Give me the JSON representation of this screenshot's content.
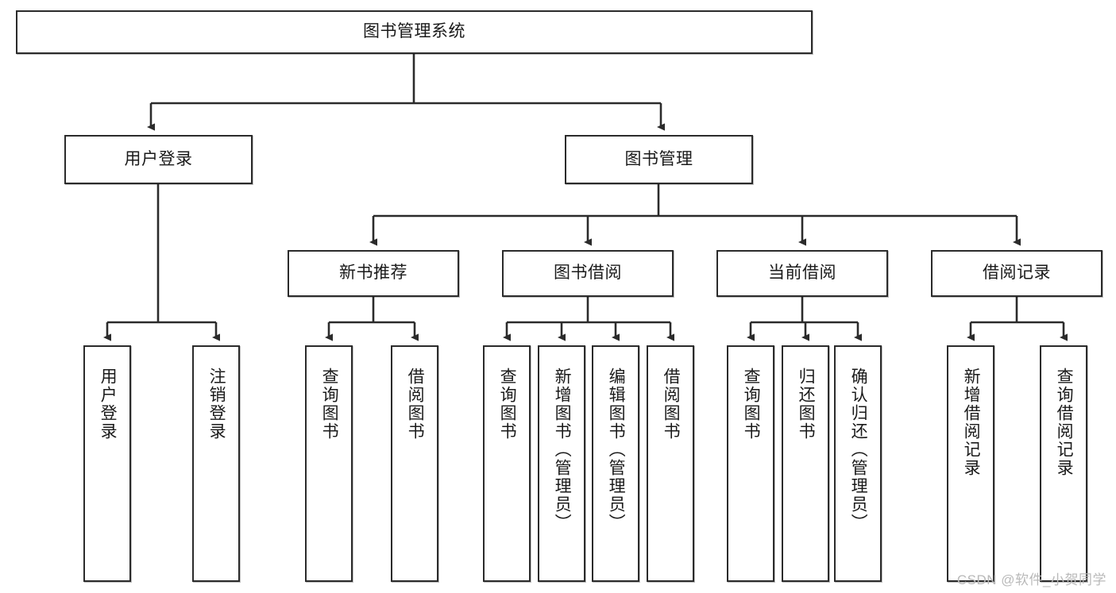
{
  "diagram": {
    "type": "tree-hierarchy",
    "title": "图书管理系统",
    "watermark": "CSDN @软件_小贺同学",
    "colors": {
      "box_border": "#2b2b2b",
      "box_fill": "#ffffff",
      "edge": "#2b2b2b",
      "text": "#1a1a1a",
      "watermark": "#b9b9b9"
    },
    "nodes": {
      "root": {
        "label": "图书管理系统"
      },
      "level2": [
        {
          "label": "用户登录"
        },
        {
          "label": "图书管理"
        }
      ],
      "level3": [
        {
          "label": "新书推荐"
        },
        {
          "label": "图书借阅"
        },
        {
          "label": "当前借阅"
        },
        {
          "label": "借阅记录"
        }
      ],
      "leaves": {
        "user_login": [
          {
            "label": "用户登录"
          },
          {
            "label": "注销登录"
          }
        ],
        "new_book_recommend": [
          {
            "label": "查询图书"
          },
          {
            "label": "借阅图书"
          }
        ],
        "book_borrow": [
          {
            "label": "查询图书"
          },
          {
            "label": "新增图书（管理员）"
          },
          {
            "label": "编辑图书（管理员）"
          },
          {
            "label": "借阅图书"
          }
        ],
        "current_borrow": [
          {
            "label": "查询图书"
          },
          {
            "label": "归还图书"
          },
          {
            "label": "确认归还（管理员）"
          }
        ],
        "borrow_record": [
          {
            "label": "新增借阅记录"
          },
          {
            "label": "查询借阅记录"
          }
        ]
      }
    }
  }
}
